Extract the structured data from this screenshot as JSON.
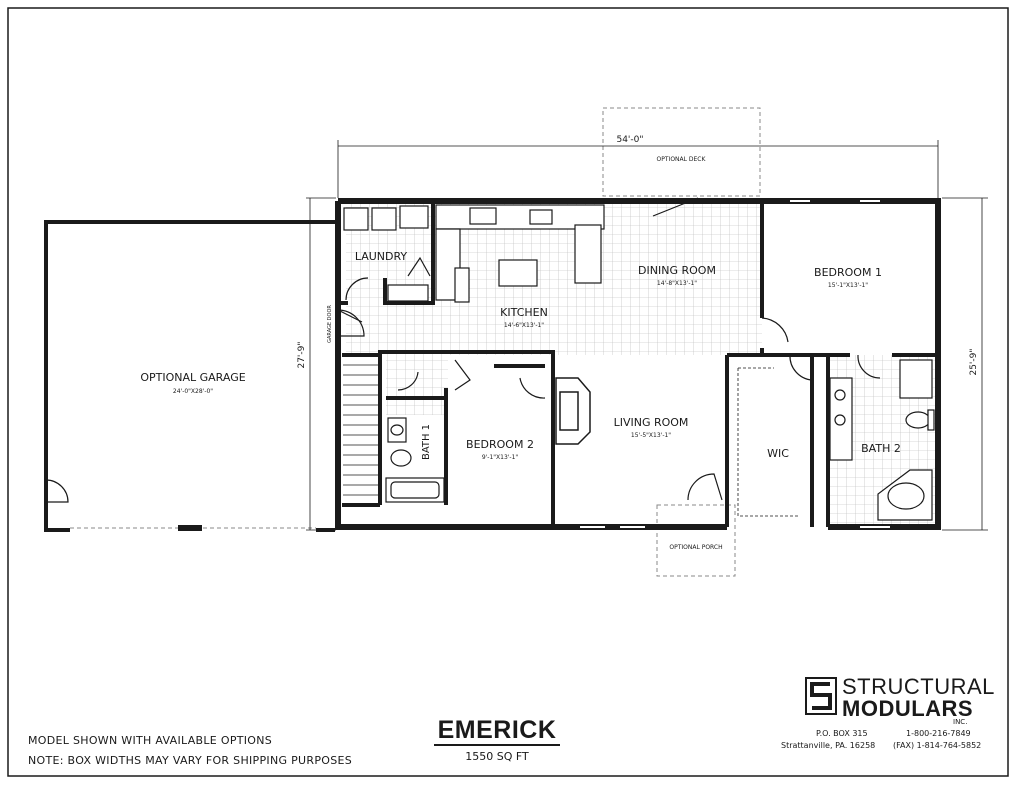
{
  "model": {
    "name": "EMERICK",
    "sqft": "1550 SQ FT"
  },
  "notes": {
    "line1": "MODEL SHOWN WITH AVAILABLE OPTIONS",
    "line2": "NOTE: BOX WIDTHS MAY VARY FOR SHIPPING PURPOSES"
  },
  "company": {
    "name_line1": "STRUCTURAL",
    "name_line2": "MODULARS",
    "suffix": "INC.",
    "address_line1": "P.O. BOX 315",
    "address_line2": "Strattanville, PA.  16258",
    "phone1": "1-800-216-7849",
    "phone2": "(FAX) 1-814-764-5852"
  },
  "dimensions": {
    "overall_width": "54'-0\"",
    "left_depth": "27'-9\"",
    "right_depth": "25'-9\""
  },
  "rooms": {
    "laundry": {
      "name": "LAUNDRY"
    },
    "kitchen": {
      "name": "KITCHEN",
      "size": "14'-6\"X13'-1\""
    },
    "dining": {
      "name": "DINING ROOM",
      "size": "14'-8\"X13'-1\""
    },
    "bedroom1": {
      "name": "BEDROOM 1",
      "size": "15'-1\"X13'-1\""
    },
    "living": {
      "name": "LIVING ROOM",
      "size": "15'-5\"X13'-1\""
    },
    "bedroom2": {
      "name": "BEDROOM 2",
      "size": "9'-1\"X13'-1\""
    },
    "bath1": {
      "name": "BATH 1"
    },
    "bath2": {
      "name": "BATH 2"
    },
    "wic": {
      "name": "WIC"
    },
    "garage": {
      "name": "OPTIONAL GARAGE",
      "size": "24'-0\"X28'-0\""
    },
    "garage_door": {
      "name": "GARAGE DOOR"
    }
  },
  "options": {
    "deck": "OPTIONAL DECK",
    "porch": "OPTIONAL PORCH"
  },
  "colors": {
    "wall": "#1a1a1a",
    "tile": "#b5b5b5",
    "dashed": "#8a8a8a"
  }
}
